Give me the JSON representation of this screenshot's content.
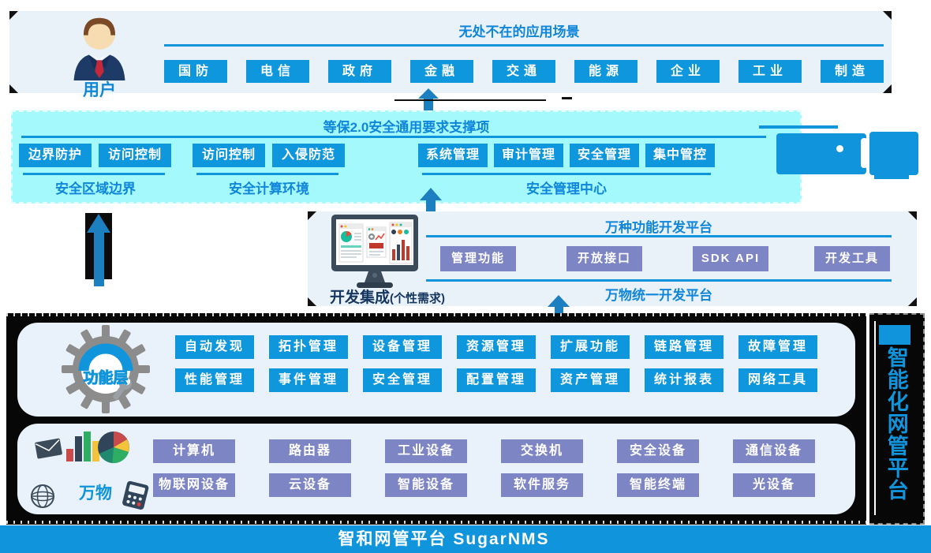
{
  "colors": {
    "accent_blue": "#1095dc",
    "cyan_bg": "#a4f9fd",
    "panel_bg": "#e9f1f9",
    "purple": "#7e85c4",
    "dark_navy": "#15365f",
    "black": "#070707"
  },
  "scenarios": {
    "user_label": "用户",
    "title": "无处不在的应用场景",
    "items": [
      "国防",
      "电信",
      "政府",
      "金融",
      "交通",
      "能源",
      "企业",
      "工业",
      "制造"
    ]
  },
  "security": {
    "title": "等保2.0安全通用要求支撑项",
    "groups": [
      {
        "label": "安全区域边界",
        "items": [
          "边界防护",
          "访问控制"
        ]
      },
      {
        "label": "安全计算环境",
        "items": [
          "访问控制",
          "入侵防范"
        ]
      },
      {
        "label": "安全管理中心",
        "items": [
          "系统管理",
          "审计管理",
          "安全管理",
          "集中管控"
        ]
      }
    ]
  },
  "development": {
    "label": "开发集成",
    "label_suffix": "(个性需求)",
    "top_platform": "万种功能开发平台",
    "bottom_platform": "万物统一开发平台",
    "items": [
      "管理功能",
      "开放接口",
      "SDK API",
      "开发工具"
    ]
  },
  "functions": {
    "label": "功能层",
    "rows": [
      [
        "自动发现",
        "拓扑管理",
        "设备管理",
        "资源管理",
        "扩展功能",
        "链路管理",
        "故障管理"
      ],
      [
        "性能管理",
        "事件管理",
        "安全管理",
        "配置管理",
        "资产管理",
        "统计报表",
        "网络工具"
      ]
    ]
  },
  "things": {
    "label": "万物",
    "rows": [
      [
        "计算机",
        "路由器",
        "工业设备",
        "交换机",
        "安全设备",
        "通信设备"
      ],
      [
        "物联网设备",
        "云设备",
        "智能设备",
        "软件服务",
        "智能终端",
        "光设备"
      ]
    ]
  },
  "side_banner": {
    "text": "智能化网管平台"
  },
  "footer": {
    "title": "智和网管平台 SugarNMS"
  }
}
